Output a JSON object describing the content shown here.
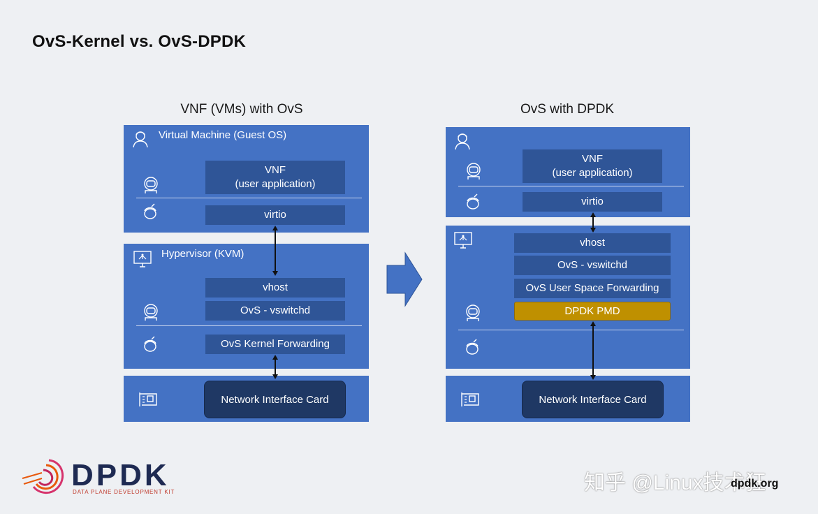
{
  "slide_title": "OvS-Kernel vs. OvS-DPDK",
  "left": {
    "heading": "VNF (VMs) with OvS",
    "vm_label": "Virtual Machine (Guest OS)",
    "vnf_line1": "VNF",
    "vnf_line2": "(user application)",
    "virtio": "virtio",
    "hypervisor_label": "Hypervisor (KVM)",
    "vhost": "vhost",
    "vswitchd": "OvS - vswitchd",
    "kernel_fwd": "OvS Kernel Forwarding",
    "nic": "Network Interface Card"
  },
  "right": {
    "heading": "OvS with DPDK",
    "vnf_line1": "VNF",
    "vnf_line2": "(user application)",
    "virtio": "virtio",
    "vhost": "vhost",
    "vswitchd": "OvS - vswitchd",
    "userspace_fwd": "OvS  User Space Forwarding",
    "pmd": "DPDK PMD",
    "nic": "Network Interface Card"
  },
  "logo": {
    "name": "DPDK",
    "tagline": "DATA PLANE DEVELOPMENT KIT"
  },
  "footer": {
    "watermark": "知乎 @Linux技术狂",
    "site": "dpdk.org"
  },
  "colors": {
    "panel": "#4472c4",
    "box": "#2f5597",
    "nic": "#1f3864",
    "pmd": "#bf9000"
  }
}
